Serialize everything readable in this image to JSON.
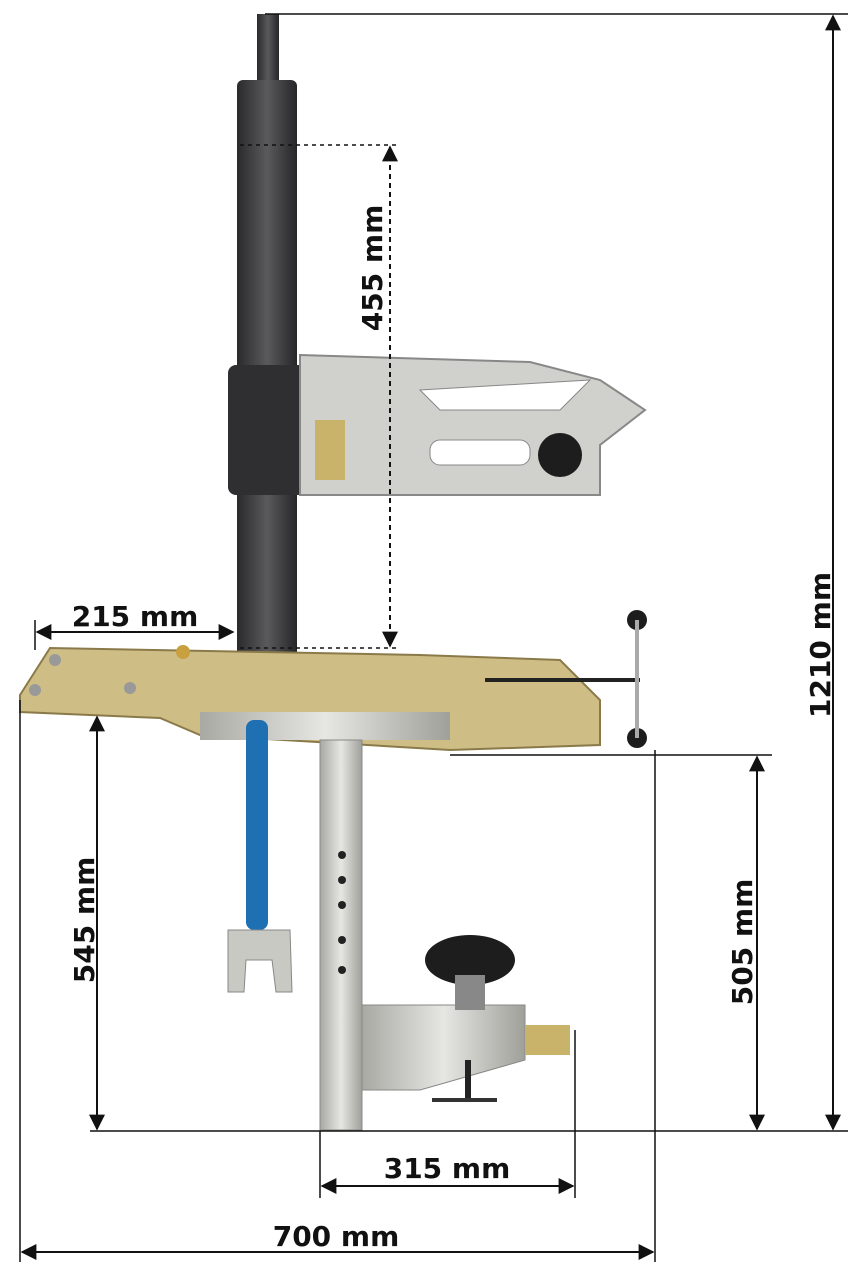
{
  "dimensions": {
    "total_height": "1210 mm",
    "column_travel": "455 mm",
    "plate_overhang": "215 mm",
    "plate_height": "545 mm",
    "right_height": "505 mm",
    "clamp_reach": "315 mm",
    "total_width": "700 mm"
  },
  "colors": {
    "column": "#3a3a3c",
    "steel": "#c9c9c4",
    "zinc": "#cbb98a",
    "wrench": "#1f6fb3",
    "line": "#111111"
  }
}
